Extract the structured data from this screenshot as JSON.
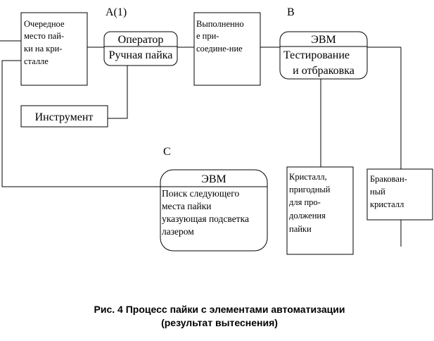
{
  "labels": {
    "a": "A(1)",
    "b": "B",
    "c": "C"
  },
  "box_next_place": {
    "lines": [
      "Очередное",
      "место пай-",
      "ки на кри-",
      "сталле"
    ]
  },
  "box_operator": {
    "header": "Оператор",
    "body": "Ручная пайка"
  },
  "box_done": {
    "lines": [
      "Выполненно",
      "е при-",
      "соедине-ние"
    ]
  },
  "box_evm_b": {
    "header": "ЭВМ",
    "body_lines": [
      "Тестирование",
      "и отбраковка"
    ]
  },
  "box_tool": {
    "label": "Инструмент"
  },
  "box_evm_c": {
    "header": "ЭВМ",
    "body_lines": [
      "Поиск следующего",
      "места пайки",
      "указующая подсветка",
      "лазером"
    ]
  },
  "box_good": {
    "lines": [
      "Кристалл,",
      "пригодный",
      "для про-",
      "должения",
      "пайки"
    ]
  },
  "box_reject": {
    "lines": [
      "Бракован-",
      "ный",
      "кристалл"
    ]
  },
  "caption": {
    "line1": "Рис. 4 Процесс пайки с элементами автоматизации",
    "line2": "(результат вытеснения)"
  }
}
